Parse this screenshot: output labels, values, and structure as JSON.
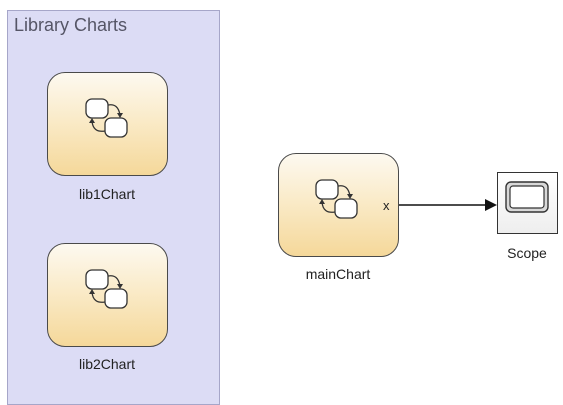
{
  "library_area": {
    "title": "Library Charts"
  },
  "blocks": {
    "lib1": {
      "label": "lib1Chart"
    },
    "lib2": {
      "label": "lib2Chart"
    },
    "main": {
      "label": "mainChart",
      "output_port": "x"
    },
    "scope": {
      "label": "Scope"
    }
  },
  "colors": {
    "area_fill": "#dcdcf5",
    "area_border": "#a6a6c9",
    "block_border": "#4a4a4a",
    "block_gradient_top": "#fdf9f0",
    "block_gradient_bottom": "#f5d89a"
  },
  "icons": {
    "chart_block_icon": "stateflow-chart-icon",
    "scope_icon": "scope-screen-icon"
  }
}
